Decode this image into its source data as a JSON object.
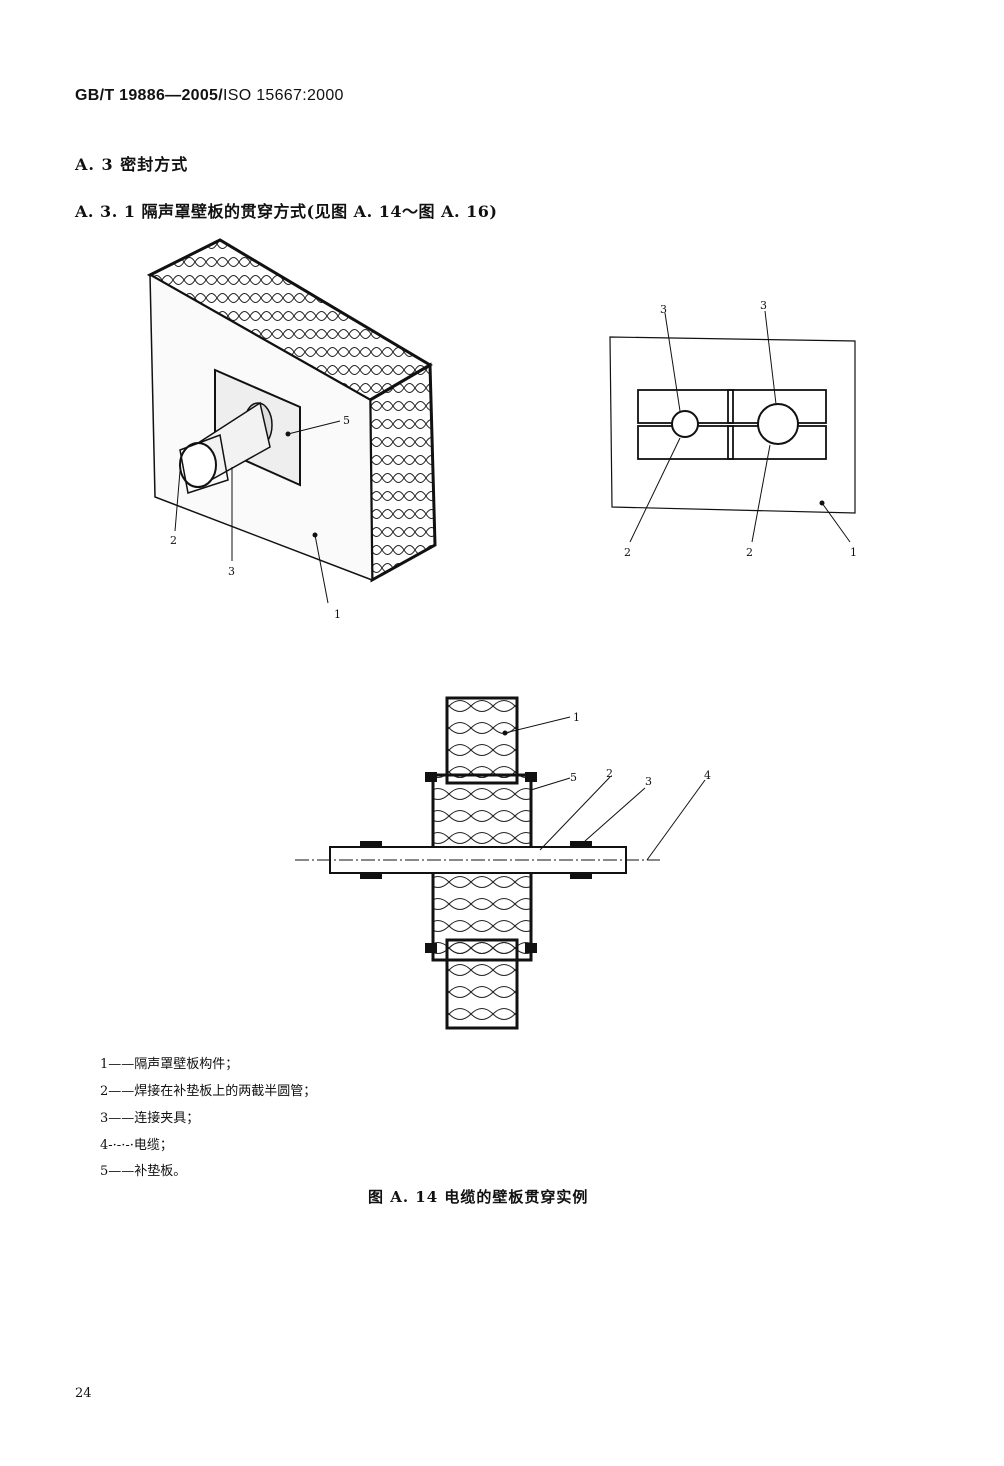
{
  "header": {
    "standard": "GB/T 19886—2005/",
    "iso": "ISO 15667:2000"
  },
  "section": {
    "a3": "A. 3   密封方式",
    "a31": "A. 3. 1   隔声罩壁板的贯穿方式(见图 A. 14～图 A. 16)"
  },
  "figure_labels": {
    "iso": {
      "one": "1",
      "two": "2",
      "three": "3",
      "five": "5"
    },
    "front": {
      "three_a": "3",
      "three_b": "3",
      "two_a": "2",
      "two_b": "2",
      "one": "1"
    },
    "section": {
      "one": "1",
      "five": "5",
      "two": "2",
      "three": "3",
      "four": "4"
    }
  },
  "legend": [
    {
      "num": "1",
      "dash": "——",
      "text": "隔声罩壁板构件；"
    },
    {
      "num": "2",
      "dash": "——",
      "text": "焊接在补垫板上的两截半圆管；"
    },
    {
      "num": "3",
      "dash": "——",
      "text": "连接夹具；"
    },
    {
      "num": "4",
      "dash": "-·-·-·",
      "text": "电缆；"
    },
    {
      "num": "5",
      "dash": "——",
      "text": "补垫板。"
    }
  ],
  "caption": "图 A. 14   电缆的壁板贯穿实例",
  "page_number": "24"
}
